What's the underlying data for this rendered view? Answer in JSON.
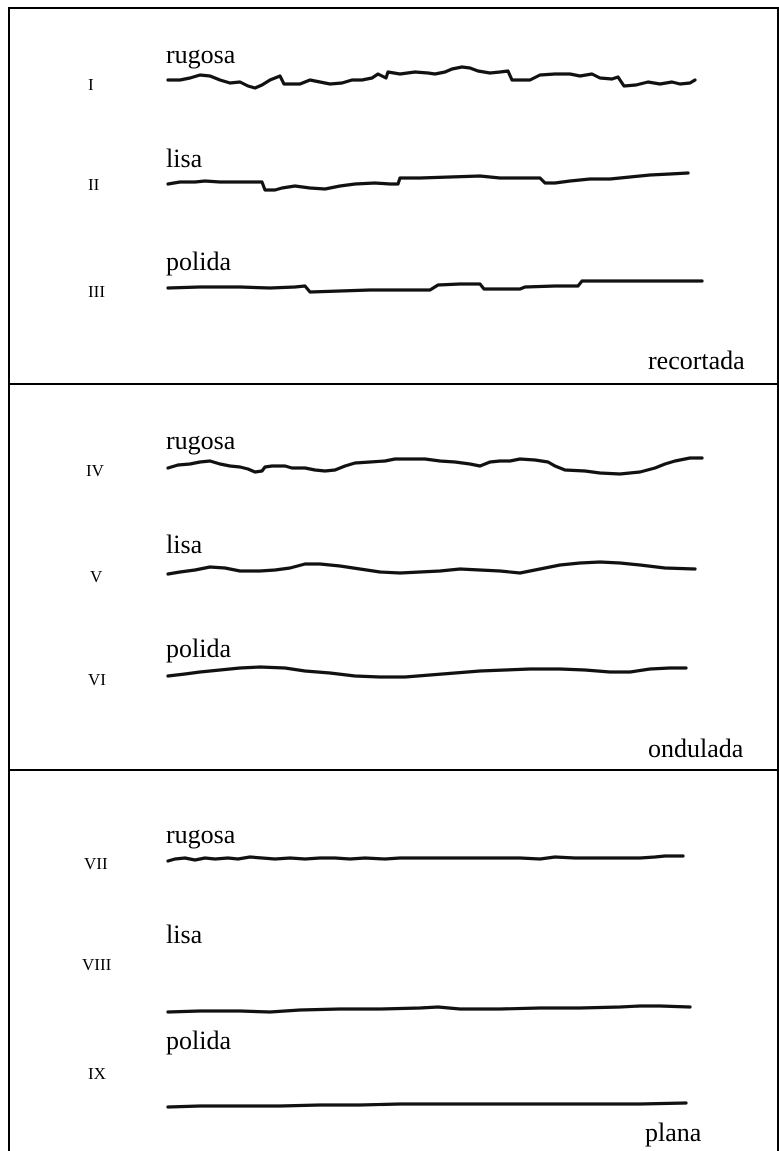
{
  "panels": [
    {
      "category": "recortada",
      "profiles": [
        {
          "roman": "I",
          "label": "rugosa"
        },
        {
          "roman": "II",
          "label": "lisa"
        },
        {
          "roman": "III",
          "label": "polida"
        }
      ]
    },
    {
      "category": "ondulada",
      "profiles": [
        {
          "roman": "IV",
          "label": "rugosa"
        },
        {
          "roman": "V",
          "label": "lisa"
        },
        {
          "roman": "VI",
          "label": "polida"
        }
      ]
    },
    {
      "category": "plana",
      "profiles": [
        {
          "roman": "VII",
          "label": "rugosa"
        },
        {
          "roman": "VIII",
          "label": "lisa"
        },
        {
          "roman": "IX",
          "label": "polida"
        }
      ]
    }
  ]
}
